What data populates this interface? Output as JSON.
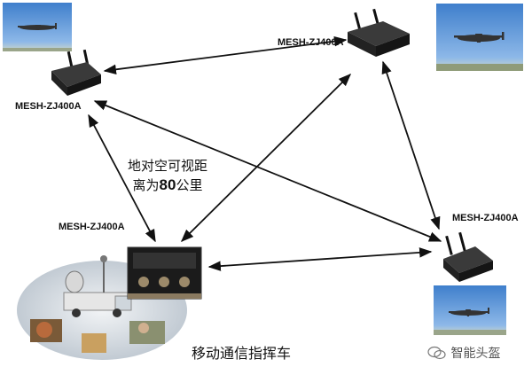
{
  "nodes": {
    "top_left_label": "MESH-ZJ400A",
    "top_center_label": "MESH-ZJ400A",
    "right_label": "MESH-ZJ400A",
    "bottom_left_label": "MESH-ZJ400A"
  },
  "range_note": {
    "line1": "地对空可视距",
    "line2_prefix": "离为",
    "line2_number": "80",
    "line2_suffix": "公里"
  },
  "vehicle_caption": "移动通信指挥车",
  "watermark": "智能头盔",
  "icons": [
    "drone-photo",
    "mesh-radio-device",
    "command-vehicle-collage",
    "wechat-icon"
  ],
  "colors": {
    "sky": "#4a88d0",
    "device": "#222222",
    "arrow": "#111111"
  }
}
